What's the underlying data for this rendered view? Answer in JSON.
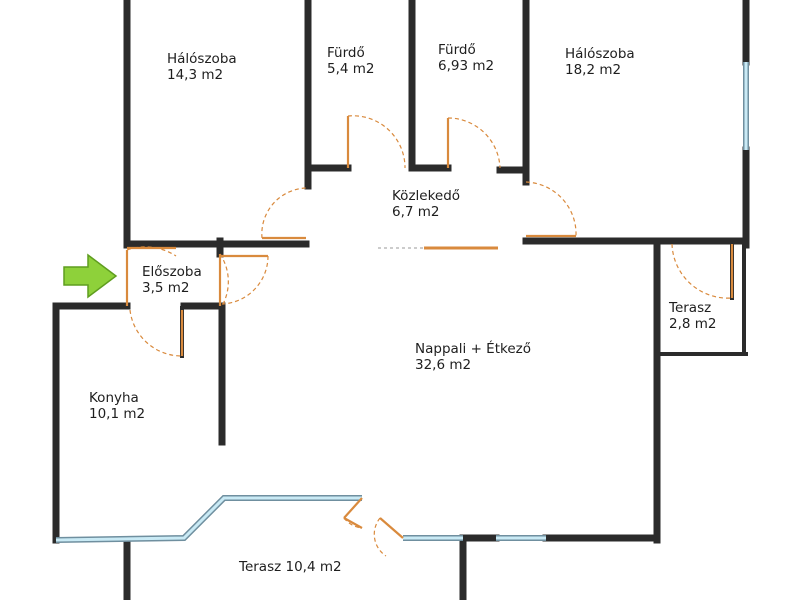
{
  "rooms": {
    "halo1": {
      "name": "Hálószoba",
      "area": "14,3 m2"
    },
    "furdo1": {
      "name": "Fürdő",
      "area": "5,4 m2"
    },
    "furdo2": {
      "name": "Fürdő",
      "area": "6,93 m2"
    },
    "halo2": {
      "name": "Hálószoba",
      "area": "18,2 m2"
    },
    "kozlekedo": {
      "name": "Közlekedő",
      "area": "6,7 m2"
    },
    "eloszoba": {
      "name": "Előszoba",
      "area": "3,5 m2"
    },
    "terasz_small": {
      "name": "Terasz",
      "area": "2,8 m2"
    },
    "nappali": {
      "name": "Nappali + Étkező",
      "area": "32,6 m2"
    },
    "konyha": {
      "name": "Konyha",
      "area": "10,1 m2"
    },
    "terasz_big": {
      "label": "Terasz 10,4 m2"
    }
  },
  "colors": {
    "wall": "#2b2b2b",
    "door": "#d98a3d",
    "window": "#c9eaf5",
    "entrance_arrow": "#8ed13a"
  },
  "icons": {
    "entrance": "entrance-arrow-icon"
  }
}
